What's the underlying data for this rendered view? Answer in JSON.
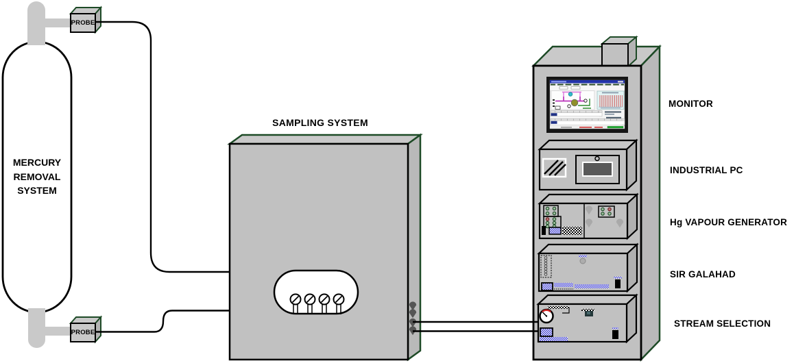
{
  "tank": {
    "label_lines": [
      "MERCURY",
      "REMOVAL",
      "SYSTEM"
    ]
  },
  "probes": {
    "top": "PROBE",
    "bottom": "PROBE"
  },
  "sampling_system": {
    "title": "SAMPLING SYSTEM"
  },
  "rack": {
    "labels": {
      "monitor": "MONITOR",
      "industrial_pc": "INDUSTRIAL PC",
      "hg_vapour_generator": "Hg VAPOUR GENERATOR",
      "sir_galahad": "SIR GALAHAD",
      "stream_selection": "STREAM SELECTION"
    }
  },
  "palette": {
    "cabinet_gray": "#c1c1c1",
    "pipe_gray": "#c9c9c9",
    "edge_green": "#1d4a26",
    "outline_black": "#000000",
    "hatch_blue": "#3535cf",
    "connector_gray": "#555555",
    "screen_titlebar_navy": "#2233aa",
    "chart_red": "#cc5555",
    "status_green": "#22aa33"
  }
}
